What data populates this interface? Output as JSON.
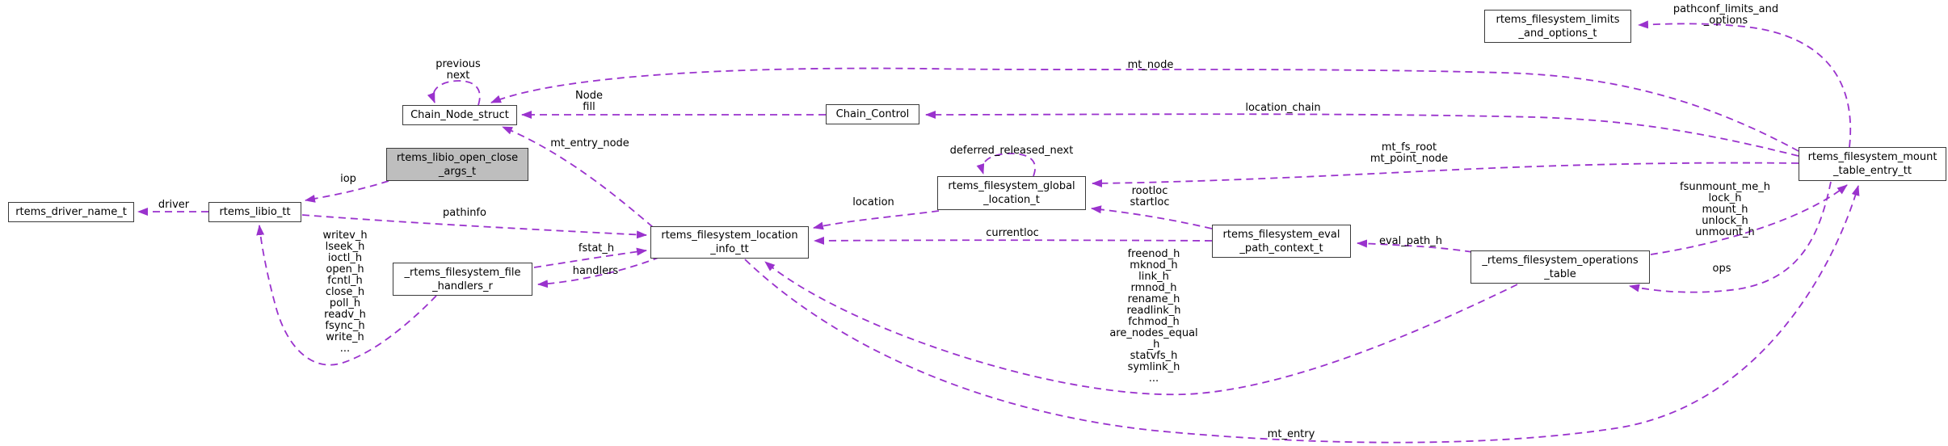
{
  "diagram": {
    "background": "#ffffff",
    "edge_color": "#9a32cd",
    "node_border_color": "#3b3b3b",
    "node_fill": "#ffffff",
    "highlight_node_fill": "#bebebe",
    "nodes": [
      {
        "id": "rtems_driver_name_t",
        "label": "rtems_driver_name_t",
        "highlighted": false
      },
      {
        "id": "rtems_libio_tt",
        "label": "rtems_libio_tt",
        "highlighted": false
      },
      {
        "id": "Chain_Node_struct",
        "label": "Chain_Node_struct",
        "highlighted": false
      },
      {
        "id": "rtems_libio_open_close_args_t",
        "label": "rtems_libio_open_close\n_args_t",
        "highlighted": true
      },
      {
        "id": "_rtems_filesystem_file_handlers_r",
        "label": "_rtems_filesystem_file\n_handlers_r",
        "highlighted": false
      },
      {
        "id": "rtems_filesystem_location_info_tt",
        "label": "rtems_filesystem_location\n_info_tt",
        "highlighted": false
      },
      {
        "id": "Chain_Control",
        "label": "Chain_Control",
        "highlighted": false
      },
      {
        "id": "rtems_filesystem_global_location_t",
        "label": "rtems_filesystem_global\n_location_t",
        "highlighted": false
      },
      {
        "id": "rtems_filesystem_eval_path_context_t",
        "label": "rtems_filesystem_eval\n_path_context_t",
        "highlighted": false
      },
      {
        "id": "_rtems_filesystem_operations_table",
        "label": "_rtems_filesystem_operations\n_table",
        "highlighted": false
      },
      {
        "id": "rtems_filesystem_mount_table_entry_tt",
        "label": "rtems_filesystem_mount\n_table_entry_tt",
        "highlighted": false
      },
      {
        "id": "rtems_filesystem_limits_and_options_t",
        "label": "rtems_filesystem_limits\n_and_options_t",
        "highlighted": false
      }
    ],
    "edges": [
      {
        "from": "Chain_Node_struct",
        "to": "Chain_Node_struct",
        "label": "previous\nnext"
      },
      {
        "from": "Chain_Control",
        "to": "Chain_Node_struct",
        "label": "Node\nfill"
      },
      {
        "from": "rtems_filesystem_mount_table_entry_tt",
        "to": "Chain_Node_struct",
        "label": "mt_node"
      },
      {
        "from": "rtems_filesystem_mount_table_entry_tt",
        "to": "Chain_Control",
        "label": "location_chain"
      },
      {
        "from": "rtems_filesystem_mount_table_entry_tt",
        "to": "rtems_filesystem_global_location_t",
        "label": "mt_fs_root\nmt_point_node"
      },
      {
        "from": "rtems_filesystem_mount_table_entry_tt",
        "to": "rtems_filesystem_limits_and_options_t",
        "label": "pathconf_limits_and\n_options"
      },
      {
        "from": "rtems_filesystem_mount_table_entry_tt",
        "to": "_rtems_filesystem_operations_table",
        "label": "ops"
      },
      {
        "from": "rtems_filesystem_global_location_t",
        "to": "rtems_filesystem_global_location_t",
        "label": "deferred_released_next"
      },
      {
        "from": "rtems_filesystem_global_location_t",
        "to": "rtems_filesystem_location_info_tt",
        "label": "location"
      },
      {
        "from": "rtems_filesystem_eval_path_context_t",
        "to": "rtems_filesystem_global_location_t",
        "label": "rootloc\nstartloc"
      },
      {
        "from": "rtems_filesystem_eval_path_context_t",
        "to": "rtems_filesystem_location_info_tt",
        "label": "currentloc"
      },
      {
        "from": "rtems_filesystem_location_info_tt",
        "to": "Chain_Node_struct",
        "label": "mt_entry_node"
      },
      {
        "from": "rtems_filesystem_location_info_tt",
        "to": "_rtems_filesystem_file_handlers_r",
        "label": "handlers"
      },
      {
        "from": "rtems_filesystem_location_info_tt",
        "to": "rtems_filesystem_mount_table_entry_tt",
        "label": "mt_entry"
      },
      {
        "from": "rtems_libio_open_close_args_t",
        "to": "rtems_libio_tt",
        "label": "iop"
      },
      {
        "from": "rtems_libio_tt",
        "to": "rtems_driver_name_t",
        "label": "driver"
      },
      {
        "from": "rtems_libio_tt",
        "to": "rtems_filesystem_location_info_tt",
        "label": "pathinfo"
      },
      {
        "from": "_rtems_filesystem_file_handlers_r",
        "to": "rtems_libio_tt",
        "label": "writev_h\nlseek_h\nioctl_h\nopen_h\nfcntl_h\nclose_h\npoll_h\nreadv_h\nfsync_h\nwrite_h\n..."
      },
      {
        "from": "_rtems_filesystem_file_handlers_r",
        "to": "rtems_filesystem_location_info_tt",
        "label": "fstat_h"
      },
      {
        "from": "_rtems_filesystem_operations_table",
        "to": "rtems_filesystem_eval_path_context_t",
        "label": "eval_path_h"
      },
      {
        "from": "_rtems_filesystem_operations_table",
        "to": "rtems_filesystem_location_info_tt",
        "label": "freenod_h\nmknod_h\nlink_h\nrmnod_h\nrename_h\nreadlink_h\nfchmod_h\nare_nodes_equal\n_h\nstatvfs_h\nsymlink_h\n..."
      },
      {
        "from": "_rtems_filesystem_operations_table",
        "to": "rtems_filesystem_mount_table_entry_tt",
        "label": "fsunmount_me_h\nlock_h\nmount_h\nunlock_h\nunmount_h"
      }
    ]
  }
}
